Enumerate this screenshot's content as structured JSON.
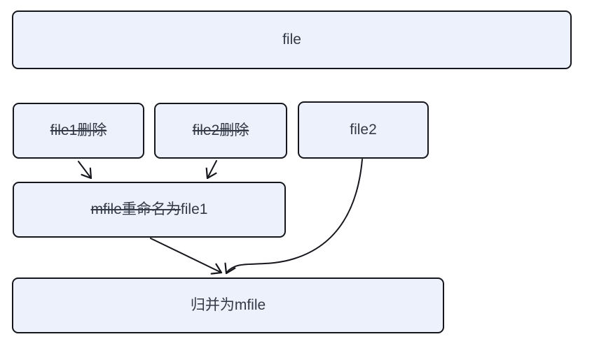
{
  "diagram": {
    "nodes": {
      "file": {
        "label": "file"
      },
      "file1_deleted": {
        "label": "file1删除"
      },
      "file2_deleted": {
        "label": "file2删除"
      },
      "file2": {
        "label": "file2"
      },
      "rename": {
        "struck": "mfile重命名为",
        "plain": "file1"
      },
      "merge": {
        "label": "归并为mfile"
      }
    },
    "colors": {
      "node_fill": "#edf1fb",
      "node_border": "#15171d",
      "text": "#333a47",
      "arrow": "#15171d"
    }
  }
}
